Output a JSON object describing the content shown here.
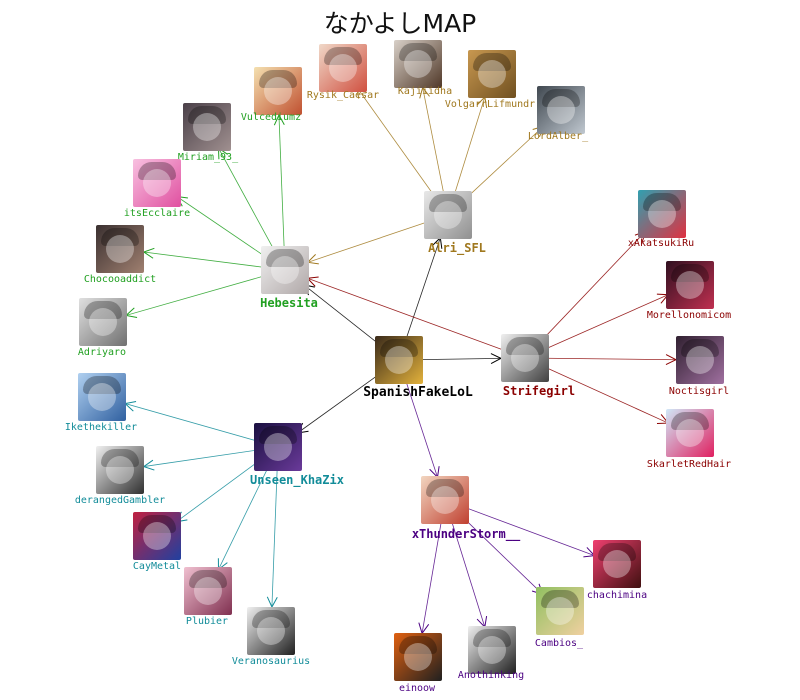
{
  "title": "なかよしMAP",
  "colors": {
    "hub": "#000000",
    "Hebesita": "#21a021",
    "Alri": "#a0781e",
    "Strife": "#8b0000",
    "Unseen": "#128c99",
    "Thunder": "#4b0082"
  },
  "nodes": [
    {
      "id": "SpanishFakeLoL",
      "label": "SpanishFakeLoL",
      "group": "hub",
      "kind": "hub",
      "bg": [
        "#3a2a1a",
        "#e3b23c"
      ]
    },
    {
      "id": "Hebesita",
      "label": "Hebesita",
      "group": "Hebesita",
      "kind": "main",
      "bg": [
        "#f0f0f0",
        "#b0a8a8"
      ]
    },
    {
      "id": "Alri_SFL",
      "label": "Alri_SFL",
      "group": "Alri",
      "kind": "main",
      "bg": [
        "#e8e8e8",
        "#909090"
      ]
    },
    {
      "id": "Strifegirl",
      "label": "Strifegirl",
      "group": "Strife",
      "kind": "main",
      "bg": [
        "#f0f0f0",
        "#404040"
      ]
    },
    {
      "id": "Unseen_KhaZix",
      "label": "Unseen_KhaZix",
      "group": "Unseen",
      "kind": "main",
      "bg": [
        "#1a1040",
        "#6a3a9a"
      ]
    },
    {
      "id": "xThunderStorm__",
      "label": "xThunderStorm__",
      "group": "Thunder",
      "kind": "main",
      "bg": [
        "#f2d6c0",
        "#c04030"
      ]
    },
    {
      "id": "Vulcediumz",
      "label": "Vulcediumz",
      "group": "Hebesita",
      "bg": [
        "#f4e0b0",
        "#c05030"
      ]
    },
    {
      "id": "Miriam_93_",
      "label": "Miriam_93_",
      "group": "Hebesita",
      "bg": [
        "#4a4048",
        "#a09090"
      ]
    },
    {
      "id": "itsEcclaire",
      "label": "itsEcclaire",
      "group": "Hebesita",
      "bg": [
        "#f8c0e0",
        "#e050a0"
      ]
    },
    {
      "id": "Chocooaddict",
      "label": "Chocooaddict",
      "group": "Hebesita",
      "bg": [
        "#3a3030",
        "#a08070"
      ]
    },
    {
      "id": "Adriyaro",
      "label": "Adriyaro",
      "group": "Hebesita",
      "bg": [
        "#e0e0e0",
        "#707070"
      ]
    },
    {
      "id": "Rysik_Caesar",
      "label": "Rysik_Caesar",
      "group": "Alri",
      "bg": [
        "#f0d8c8",
        "#d05040"
      ]
    },
    {
      "id": "Kajiiidha",
      "label": "Kajiiidha",
      "group": "Alri",
      "bg": [
        "#d8d0c8",
        "#503828"
      ]
    },
    {
      "id": "VolgarrLifmundr",
      "label": "VolgarrLifmundr",
      "group": "Alri",
      "bg": [
        "#c89850",
        "#705020"
      ]
    },
    {
      "id": "LordAlber_",
      "label": "LordAlber_",
      "group": "Alri",
      "bg": [
        "#404850",
        "#c0c8d0"
      ]
    },
    {
      "id": "xAkatsukiRu",
      "label": "xAkatsukiRu",
      "group": "Strife",
      "bg": [
        "#30a0b0",
        "#e03040"
      ]
    },
    {
      "id": "Morellonomicom",
      "label": "Morellonomicom",
      "group": "Strife",
      "bg": [
        "#301020",
        "#c03050"
      ]
    },
    {
      "id": "Noctisgirl",
      "label": "Noctisgirl",
      "group": "Strife",
      "bg": [
        "#302030",
        "#a070a0"
      ]
    },
    {
      "id": "SkarletRedHair",
      "label": "SkarletRedHair",
      "group": "Strife",
      "bg": [
        "#d0e8f8",
        "#e02060"
      ]
    },
    {
      "id": "Ikethekiller",
      "label": "Ikethekiller",
      "group": "Unseen",
      "bg": [
        "#b0d0f0",
        "#3060a0"
      ]
    },
    {
      "id": "derangedGambler",
      "label": "derangedGambler",
      "group": "Unseen",
      "bg": [
        "#f0f0f0",
        "#303030"
      ]
    },
    {
      "id": "CayMetal",
      "label": "CayMetal",
      "group": "Unseen",
      "bg": [
        "#c02040",
        "#2040a0"
      ]
    },
    {
      "id": "Plubier",
      "label": "Plubier",
      "group": "Unseen",
      "bg": [
        "#f0c0d0",
        "#803050"
      ]
    },
    {
      "id": "Veranosaurius",
      "label": "Veranosaurius",
      "group": "Unseen",
      "bg": [
        "#f0f0f0",
        "#202020"
      ]
    },
    {
      "id": "chachimina",
      "label": "chachimina",
      "group": "Thunder",
      "bg": [
        "#f04070",
        "#401010"
      ]
    },
    {
      "id": "Cambios_",
      "label": "Cambios_",
      "group": "Thunder",
      "bg": [
        "#90c060",
        "#f0d0a0"
      ]
    },
    {
      "id": "Anothinking",
      "label": "Anothinking",
      "group": "Thunder",
      "bg": [
        "#f0f0f0",
        "#202020"
      ]
    },
    {
      "id": "einoow",
      "label": "einoow",
      "group": "Thunder",
      "bg": [
        "#e06010",
        "#202020"
      ]
    }
  ],
  "edges": [
    {
      "from": "SpanishFakeLoL",
      "to": "Hebesita",
      "group": "hub"
    },
    {
      "from": "SpanishFakeLoL",
      "to": "Alri_SFL",
      "group": "hub"
    },
    {
      "from": "SpanishFakeLoL",
      "to": "Strifegirl",
      "group": "hub"
    },
    {
      "from": "SpanishFakeLoL",
      "to": "Unseen_KhaZix",
      "group": "hub"
    },
    {
      "from": "SpanishFakeLoL",
      "to": "xThunderStorm__",
      "group": "Thunder"
    },
    {
      "from": "Hebesita",
      "to": "Vulcediumz",
      "group": "Hebesita"
    },
    {
      "from": "Hebesita",
      "to": "Miriam_93_",
      "group": "Hebesita"
    },
    {
      "from": "Hebesita",
      "to": "itsEcclaire",
      "group": "Hebesita"
    },
    {
      "from": "Hebesita",
      "to": "Chocooaddict",
      "group": "Hebesita"
    },
    {
      "from": "Hebesita",
      "to": "Adriyaro",
      "group": "Hebesita"
    },
    {
      "from": "Alri_SFL",
      "to": "Hebesita",
      "group": "Alri"
    },
    {
      "from": "Alri_SFL",
      "to": "Rysik_Caesar",
      "group": "Alri"
    },
    {
      "from": "Alri_SFL",
      "to": "Kajiiidha",
      "group": "Alri"
    },
    {
      "from": "Alri_SFL",
      "to": "VolgarrLifmundr",
      "group": "Alri"
    },
    {
      "from": "Alri_SFL",
      "to": "LordAlber_",
      "group": "Alri"
    },
    {
      "from": "Strifegirl",
      "to": "Hebesita",
      "group": "Strife"
    },
    {
      "from": "Strifegirl",
      "to": "xAkatsukiRu",
      "group": "Strife"
    },
    {
      "from": "Strifegirl",
      "to": "Morellonomicom",
      "group": "Strife"
    },
    {
      "from": "Strifegirl",
      "to": "Noctisgirl",
      "group": "Strife"
    },
    {
      "from": "Strifegirl",
      "to": "SkarletRedHair",
      "group": "Strife"
    },
    {
      "from": "Unseen_KhaZix",
      "to": "Ikethekiller",
      "group": "Unseen"
    },
    {
      "from": "Unseen_KhaZix",
      "to": "derangedGambler",
      "group": "Unseen"
    },
    {
      "from": "Unseen_KhaZix",
      "to": "CayMetal",
      "group": "Unseen"
    },
    {
      "from": "Unseen_KhaZix",
      "to": "Plubier",
      "group": "Unseen"
    },
    {
      "from": "Unseen_KhaZix",
      "to": "Veranosaurius",
      "group": "Unseen"
    },
    {
      "from": "xThunderStorm__",
      "to": "chachimina",
      "group": "Thunder"
    },
    {
      "from": "xThunderStorm__",
      "to": "Cambios_",
      "group": "Thunder"
    },
    {
      "from": "xThunderStorm__",
      "to": "Anothinking",
      "group": "Thunder"
    },
    {
      "from": "xThunderStorm__",
      "to": "einoow",
      "group": "Thunder"
    }
  ]
}
